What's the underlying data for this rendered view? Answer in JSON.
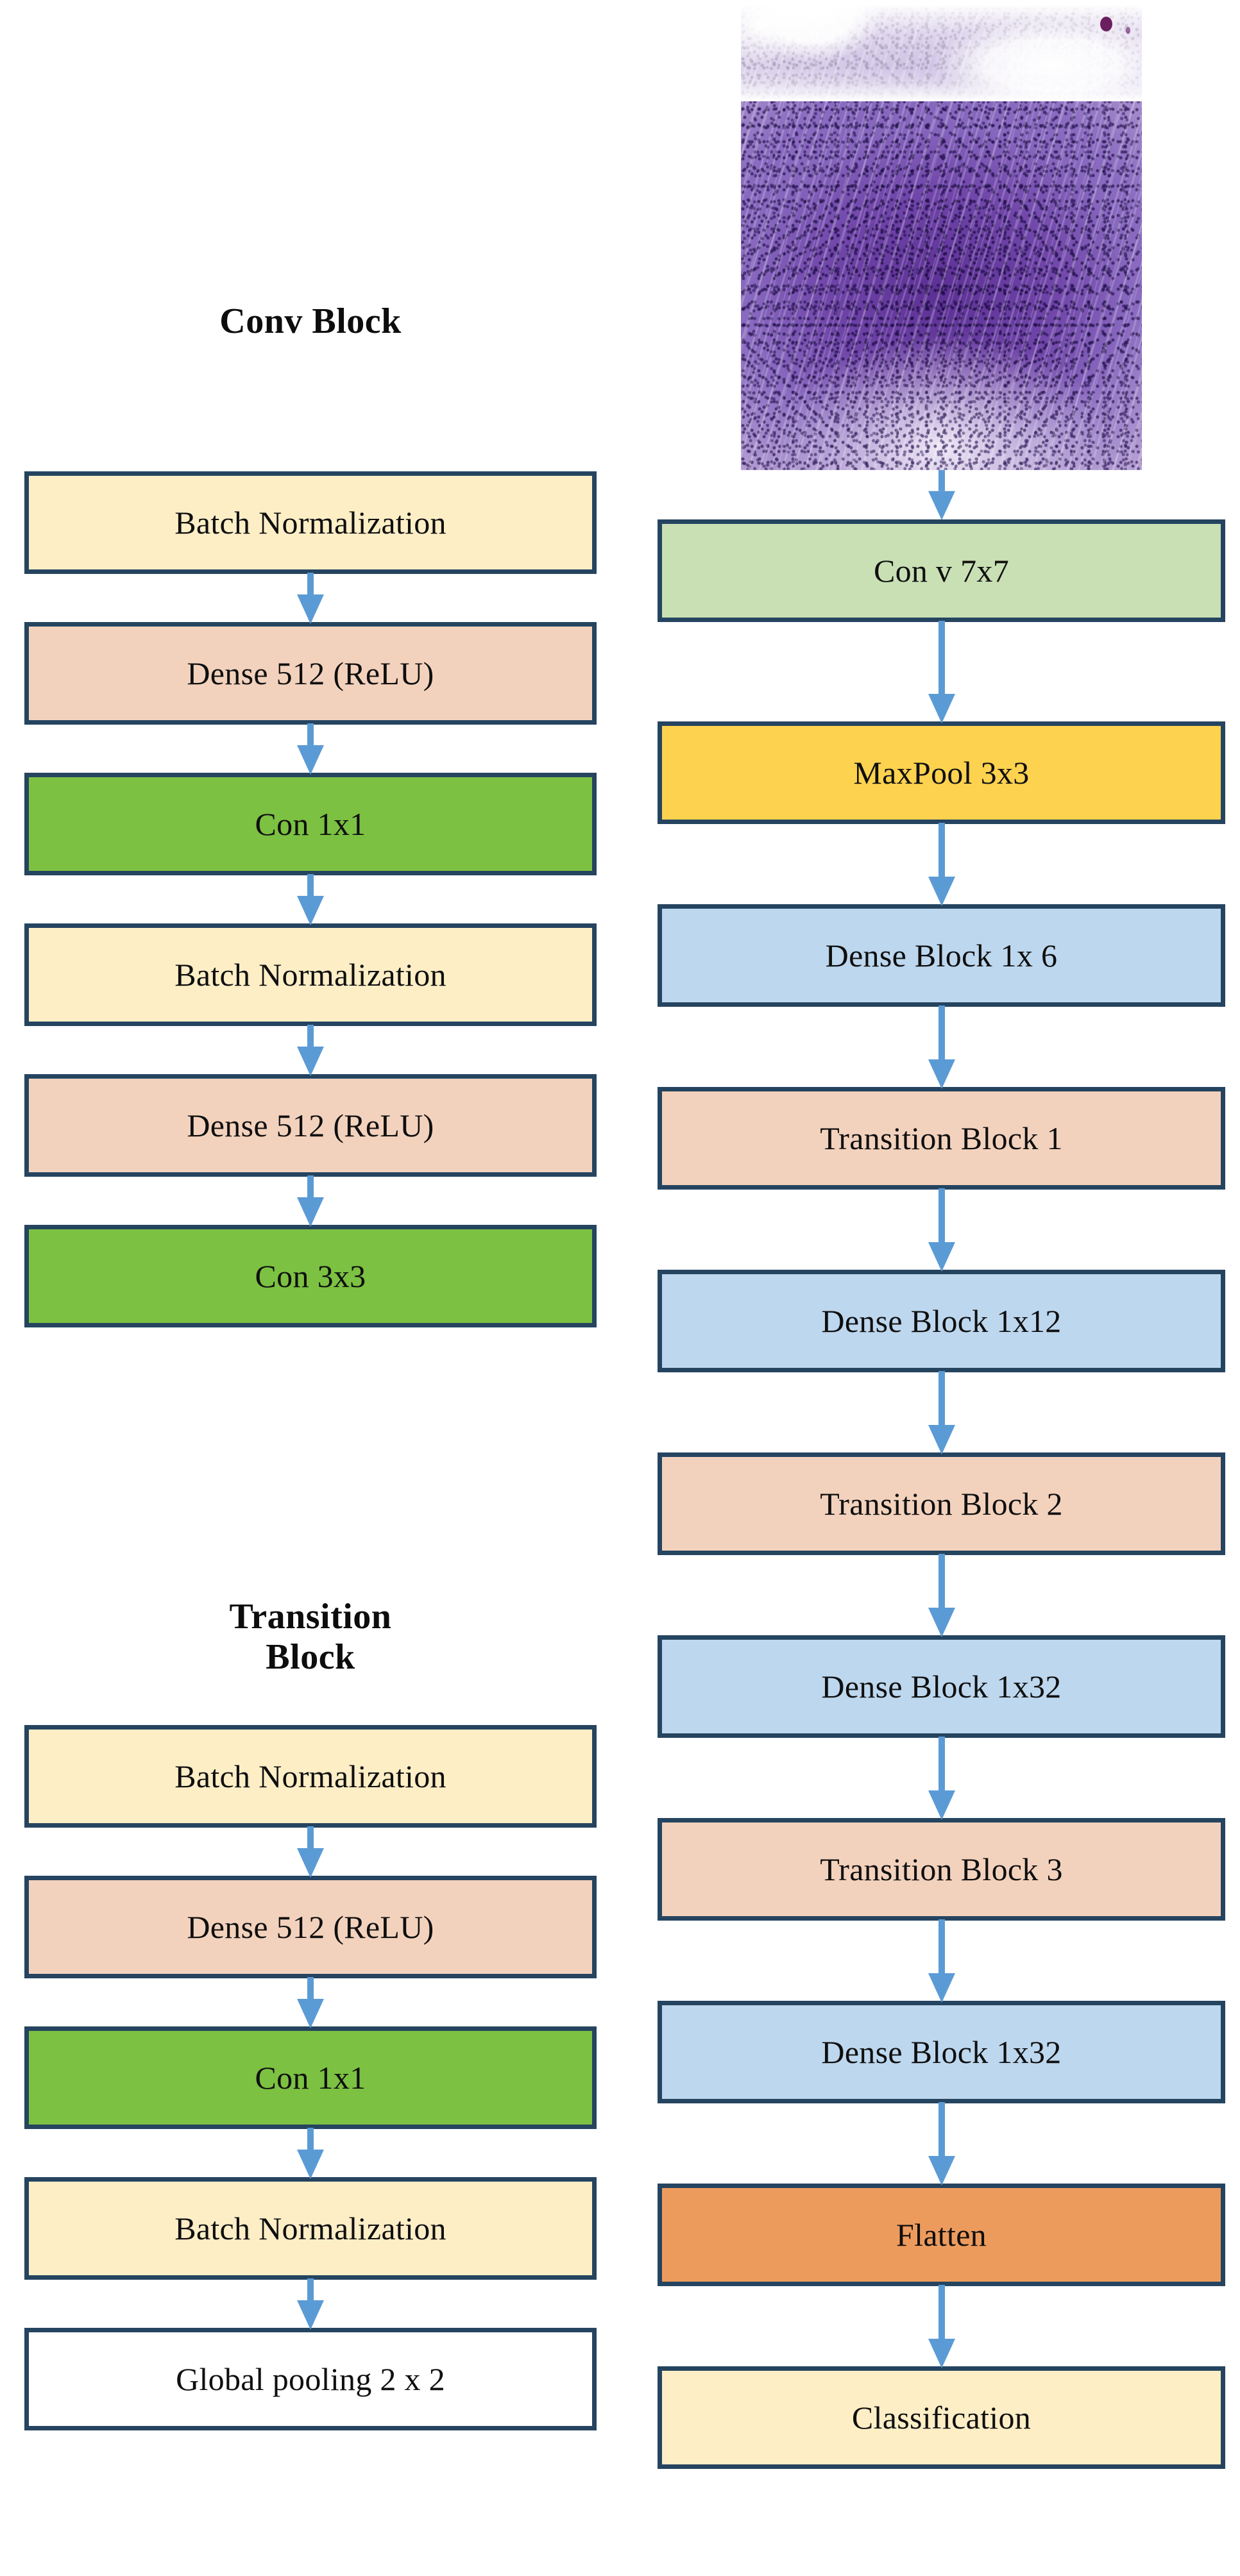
{
  "figure": {
    "title": "DenseNet classification pipeline diagram",
    "background_color": "#ffffff",
    "border_color": "#254460",
    "arrow_color": "#5b9bd5"
  },
  "palette": {
    "cream": "#fdeec6",
    "peach": "#f3d2bd",
    "green_bright": "#7cc142",
    "green_light": "#c8e0b4",
    "yellow": "#fcd24f",
    "blue_light": "#bdd7ee",
    "orange": "#ed9b5d",
    "white": "#ffffff"
  },
  "left_column": {
    "sections": [
      {
        "title": "Conv Block",
        "boxes": [
          {
            "label": "Batch Normalization",
            "fill": "cream"
          },
          {
            "label": "Dense 512 (ReLU)",
            "fill": "peach"
          },
          {
            "label": "Con 1x1",
            "fill": "green_bright"
          },
          {
            "label": "Batch Normalization",
            "fill": "cream"
          },
          {
            "label": "Dense 512 (ReLU)",
            "fill": "peach"
          },
          {
            "label": "Con 3x3",
            "fill": "green_bright"
          }
        ]
      },
      {
        "title": "Transition Block",
        "boxes": [
          {
            "label": "Batch Normalization",
            "fill": "cream"
          },
          {
            "label": "Dense 512 (ReLU)",
            "fill": "peach"
          },
          {
            "label": "Con 1x1",
            "fill": "green_bright"
          },
          {
            "label": "Batch Normalization",
            "fill": "cream"
          },
          {
            "label": "Global pooling 2 x 2",
            "fill": "white"
          }
        ]
      }
    ]
  },
  "right_column": {
    "input_image": {
      "name": "histology-slide",
      "description": "H&E stained histopathology tissue patch"
    },
    "boxes": [
      {
        "label": "Con v 7x7",
        "fill": "green_light"
      },
      {
        "label": "MaxPool 3x3",
        "fill": "yellow"
      },
      {
        "label": "Dense Block 1x 6",
        "fill": "blue_light"
      },
      {
        "label": "Transition Block 1",
        "fill": "peach"
      },
      {
        "label": "Dense Block 1x12",
        "fill": "blue_light"
      },
      {
        "label": "Transition Block 2",
        "fill": "peach"
      },
      {
        "label": "Dense Block 1x32",
        "fill": "blue_light"
      },
      {
        "label": "Transition Block 3",
        "fill": "peach"
      },
      {
        "label": "Dense Block 1x32",
        "fill": "blue_light"
      },
      {
        "label": "Flatten",
        "fill": "orange"
      },
      {
        "label": "Classification",
        "fill": "cream"
      }
    ]
  }
}
